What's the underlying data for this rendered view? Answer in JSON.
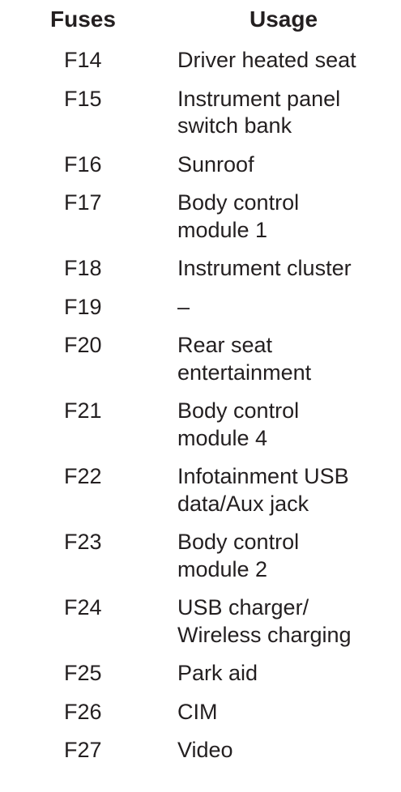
{
  "table": {
    "headers": {
      "fuses": "Fuses",
      "usage": "Usage"
    },
    "rows": [
      {
        "fuse": "F14",
        "usage": [
          "Driver heated seat"
        ]
      },
      {
        "fuse": "F15",
        "usage": [
          "Instrument panel",
          "switch bank"
        ]
      },
      {
        "fuse": "F16",
        "usage": [
          "Sunroof"
        ]
      },
      {
        "fuse": "F17",
        "usage": [
          "Body control",
          "module 1"
        ]
      },
      {
        "fuse": "F18",
        "usage": [
          "Instrument cluster"
        ]
      },
      {
        "fuse": "F19",
        "usage": [
          "–"
        ]
      },
      {
        "fuse": "F20",
        "usage": [
          "Rear seat",
          "entertainment"
        ]
      },
      {
        "fuse": "F21",
        "usage": [
          "Body control",
          "module 4"
        ]
      },
      {
        "fuse": "F22",
        "usage": [
          "Infotainment USB",
          "data/Aux jack"
        ]
      },
      {
        "fuse": "F23",
        "usage": [
          "Body control",
          "module 2"
        ]
      },
      {
        "fuse": "F24",
        "usage": [
          "USB charger/",
          "Wireless charging"
        ]
      },
      {
        "fuse": "F25",
        "usage": [
          "Park aid"
        ]
      },
      {
        "fuse": "F26",
        "usage": [
          "CIM"
        ]
      },
      {
        "fuse": "F27",
        "usage": [
          "Video"
        ]
      }
    ]
  }
}
